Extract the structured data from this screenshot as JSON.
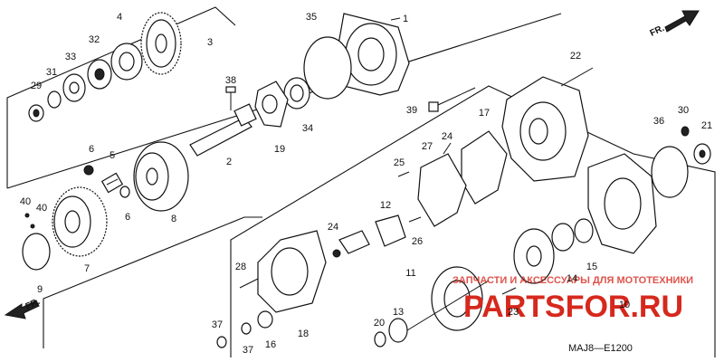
{
  "diagram": {
    "code": "MAJ8—E1200",
    "direction_label_top": "FR.",
    "direction_label_bottom": "FR.",
    "watermark_small": "ЗАПЧАСТИ И АКСЕССУАРЫ ДЛЯ МОТОТЕХНИКИ",
    "watermark_big": "PARTSFOR.RU",
    "callouts": [
      "1",
      "2",
      "3",
      "4",
      "5",
      "6",
      "6",
      "7",
      "8",
      "9",
      "10",
      "11",
      "12",
      "13",
      "14",
      "15",
      "16",
      "17",
      "18",
      "19",
      "20",
      "21",
      "22",
      "23",
      "24",
      "24",
      "25",
      "26",
      "27",
      "28",
      "29",
      "30",
      "31",
      "32",
      "33",
      "34",
      "35",
      "36",
      "37",
      "37",
      "38",
      "39",
      "40",
      "40"
    ]
  }
}
